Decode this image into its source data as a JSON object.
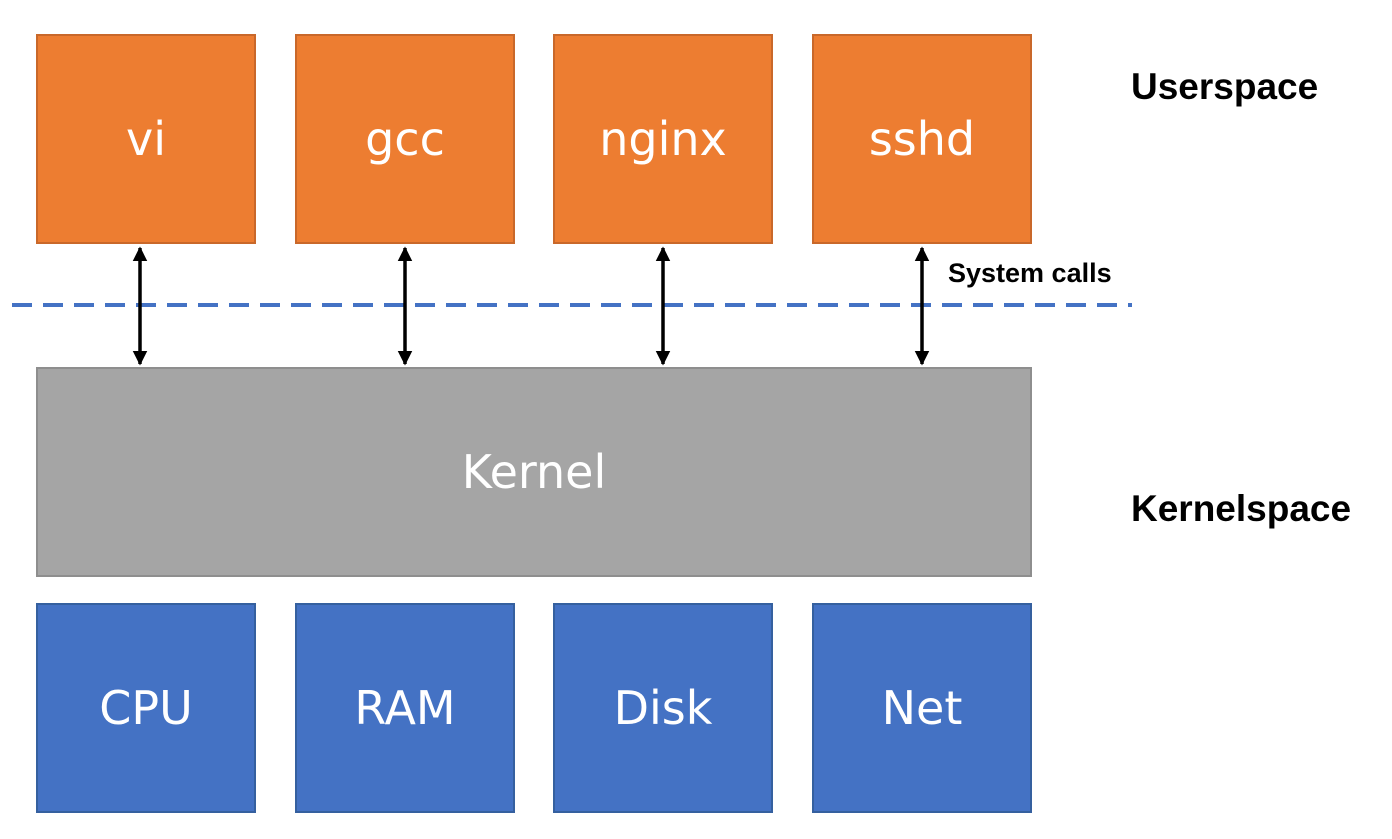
{
  "processes": [
    {
      "label": "vi"
    },
    {
      "label": "gcc"
    },
    {
      "label": "nginx"
    },
    {
      "label": "sshd"
    }
  ],
  "kernel": {
    "label": "Kernel"
  },
  "hardware": [
    {
      "label": "CPU"
    },
    {
      "label": "RAM"
    },
    {
      "label": "Disk"
    },
    {
      "label": "Net"
    }
  ],
  "regions": {
    "userspace": "Userspace",
    "kernelspace": "Kernelspace"
  },
  "boundary": {
    "label": "System calls"
  },
  "colors": {
    "process_fill": "#ED7D31",
    "kernel_fill": "#A5A5A5",
    "hardware_fill": "#4472C4",
    "boundary_line": "#4472C4",
    "arrow": "#000000"
  }
}
